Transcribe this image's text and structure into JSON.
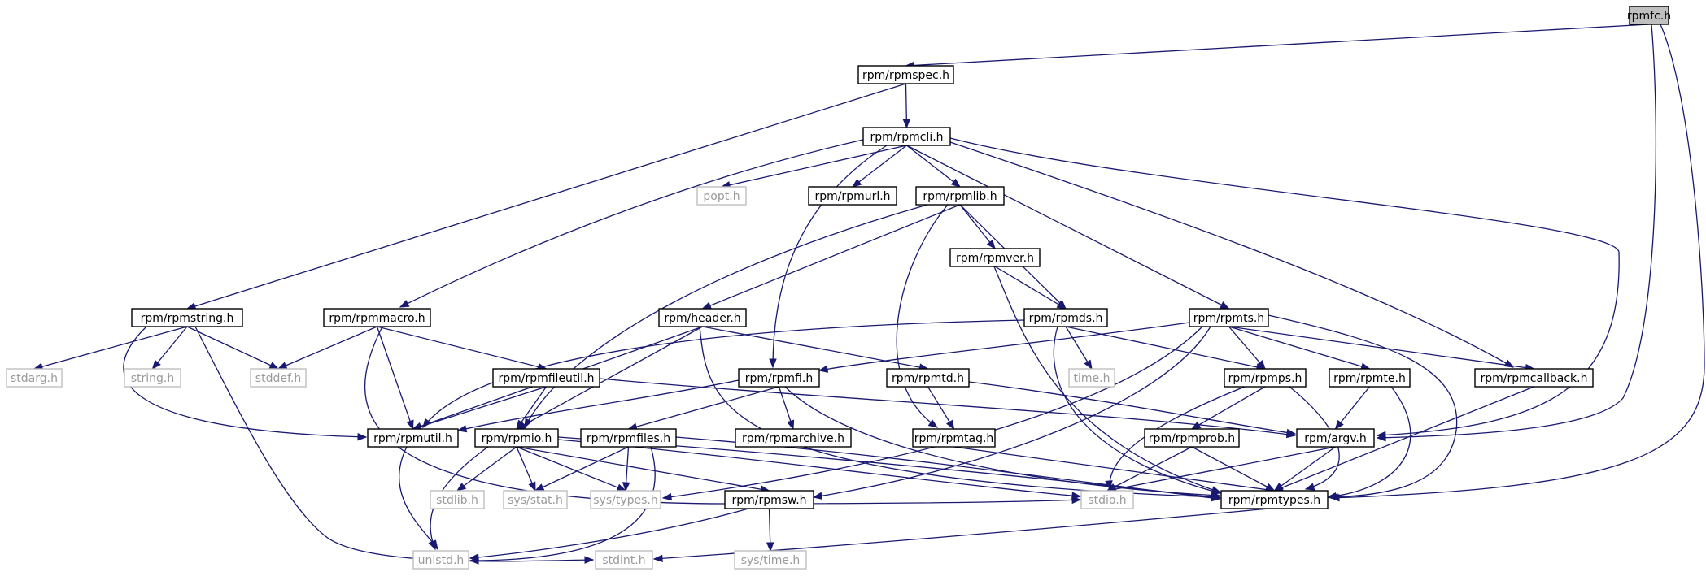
{
  "diagram": {
    "nodes": [
      {
        "id": "rpmfc",
        "label": "rpmfc.h",
        "kind": "root"
      },
      {
        "id": "rpmspec",
        "label": "rpm/rpmspec.h",
        "kind": "local"
      },
      {
        "id": "rpmcli",
        "label": "rpm/rpmcli.h",
        "kind": "local"
      },
      {
        "id": "popt",
        "label": "popt.h",
        "kind": "external"
      },
      {
        "id": "rpmurl",
        "label": "rpm/rpmurl.h",
        "kind": "local"
      },
      {
        "id": "rpmlib",
        "label": "rpm/rpmlib.h",
        "kind": "local"
      },
      {
        "id": "rpmver",
        "label": "rpm/rpmver.h",
        "kind": "local"
      },
      {
        "id": "rpmstring",
        "label": "rpm/rpmstring.h",
        "kind": "local"
      },
      {
        "id": "rpmmacro",
        "label": "rpm/rpmmacro.h",
        "kind": "local"
      },
      {
        "id": "header",
        "label": "rpm/header.h",
        "kind": "local"
      },
      {
        "id": "rpmds",
        "label": "rpm/rpmds.h",
        "kind": "local"
      },
      {
        "id": "rpmts",
        "label": "rpm/rpmts.h",
        "kind": "local"
      },
      {
        "id": "stdarg",
        "label": "stdarg.h",
        "kind": "external"
      },
      {
        "id": "string",
        "label": "string.h",
        "kind": "external"
      },
      {
        "id": "stddef",
        "label": "stddef.h",
        "kind": "external"
      },
      {
        "id": "rpmfileutil",
        "label": "rpm/rpmfileutil.h",
        "kind": "local"
      },
      {
        "id": "rpmfi",
        "label": "rpm/rpmfi.h",
        "kind": "local"
      },
      {
        "id": "rpmtd",
        "label": "rpm/rpmtd.h",
        "kind": "local"
      },
      {
        "id": "time",
        "label": "time.h",
        "kind": "external"
      },
      {
        "id": "rpmps",
        "label": "rpm/rpmps.h",
        "kind": "local"
      },
      {
        "id": "rpmte",
        "label": "rpm/rpmte.h",
        "kind": "local"
      },
      {
        "id": "rpmcallback",
        "label": "rpm/rpmcallback.h",
        "kind": "local"
      },
      {
        "id": "rpmutil",
        "label": "rpm/rpmutil.h",
        "kind": "local"
      },
      {
        "id": "rpmio",
        "label": "rpm/rpmio.h",
        "kind": "local"
      },
      {
        "id": "rpmfiles",
        "label": "rpm/rpmfiles.h",
        "kind": "local"
      },
      {
        "id": "rpmarchive",
        "label": "rpm/rpmarchive.h",
        "kind": "local"
      },
      {
        "id": "rpmtag",
        "label": "rpm/rpmtag.h",
        "kind": "local"
      },
      {
        "id": "rpmprob",
        "label": "rpm/rpmprob.h",
        "kind": "local"
      },
      {
        "id": "argv",
        "label": "rpm/argv.h",
        "kind": "local"
      },
      {
        "id": "stdlib",
        "label": "stdlib.h",
        "kind": "external"
      },
      {
        "id": "sysstat",
        "label": "sys/stat.h",
        "kind": "external"
      },
      {
        "id": "systypes",
        "label": "sys/types.h",
        "kind": "external"
      },
      {
        "id": "rpmsw",
        "label": "rpm/rpmsw.h",
        "kind": "local"
      },
      {
        "id": "stdio",
        "label": "stdio.h",
        "kind": "external"
      },
      {
        "id": "rpmtypes",
        "label": "rpm/rpmtypes.h",
        "kind": "local"
      },
      {
        "id": "unistd",
        "label": "unistd.h",
        "kind": "external"
      },
      {
        "id": "stdint",
        "label": "stdint.h",
        "kind": "external"
      },
      {
        "id": "systime",
        "label": "sys/time.h",
        "kind": "external"
      }
    ],
    "edges": [
      [
        "rpmfc",
        "rpmspec"
      ],
      [
        "rpmfc",
        "argv"
      ],
      [
        "rpmfc",
        "rpmtypes"
      ],
      [
        "rpmspec",
        "rpmcli"
      ],
      [
        "rpmspec",
        "rpmstring"
      ],
      [
        "rpmcli",
        "popt"
      ],
      [
        "rpmcli",
        "rpmurl"
      ],
      [
        "rpmcli",
        "rpmlib"
      ],
      [
        "rpmcli",
        "rpmmacro"
      ],
      [
        "rpmcli",
        "rpmts"
      ],
      [
        "rpmcli",
        "rpmcallback"
      ],
      [
        "rpmcli",
        "rpmfi"
      ],
      [
        "rpmcli",
        "argv"
      ],
      [
        "rpmlib",
        "rpmver"
      ],
      [
        "rpmlib",
        "header"
      ],
      [
        "rpmlib",
        "rpmds"
      ],
      [
        "rpmlib",
        "rpmio"
      ],
      [
        "rpmlib",
        "rpmtag"
      ],
      [
        "rpmver",
        "rpmds"
      ],
      [
        "rpmver",
        "rpmtypes"
      ],
      [
        "rpmstring",
        "stdarg"
      ],
      [
        "rpmstring",
        "string"
      ],
      [
        "rpmstring",
        "stddef"
      ],
      [
        "rpmstring",
        "rpmutil"
      ],
      [
        "rpmstring",
        "stdint"
      ],
      [
        "rpmmacro",
        "stddef"
      ],
      [
        "rpmmacro",
        "rpmutil"
      ],
      [
        "rpmmacro",
        "rpmfileutil"
      ],
      [
        "rpmmacro",
        "stdio"
      ],
      [
        "header",
        "rpmutil"
      ],
      [
        "header",
        "rpmio"
      ],
      [
        "header",
        "rpmtd"
      ],
      [
        "header",
        "rpmtypes"
      ],
      [
        "rpmds",
        "time"
      ],
      [
        "rpmds",
        "rpmps"
      ],
      [
        "rpmds",
        "rpmutil"
      ],
      [
        "rpmds",
        "rpmtypes"
      ],
      [
        "rpmts",
        "rpmfi"
      ],
      [
        "rpmts",
        "rpmps"
      ],
      [
        "rpmts",
        "rpmte"
      ],
      [
        "rpmts",
        "rpmcallback"
      ],
      [
        "rpmts",
        "rpmtypes"
      ],
      [
        "rpmts",
        "rpmsw"
      ],
      [
        "rpmts",
        "systypes"
      ],
      [
        "rpmfileutil",
        "rpmutil"
      ],
      [
        "rpmfileutil",
        "rpmio"
      ],
      [
        "rpmfileutil",
        "argv"
      ],
      [
        "rpmfi",
        "rpmutil"
      ],
      [
        "rpmfi",
        "rpmfiles"
      ],
      [
        "rpmfi",
        "rpmarchive"
      ],
      [
        "rpmfi",
        "rpmtypes"
      ],
      [
        "rpmtd",
        "rpmtag"
      ],
      [
        "rpmtd",
        "argv"
      ],
      [
        "rpmps",
        "rpmprob"
      ],
      [
        "rpmps",
        "stdio"
      ],
      [
        "rpmps",
        "rpmtypes"
      ],
      [
        "rpmte",
        "argv"
      ],
      [
        "rpmte",
        "rpmtypes"
      ],
      [
        "rpmcallback",
        "rpmtypes"
      ],
      [
        "rpmutil",
        "unistd"
      ],
      [
        "rpmio",
        "stdlib"
      ],
      [
        "rpmio",
        "sysstat"
      ],
      [
        "rpmio",
        "systypes"
      ],
      [
        "rpmio",
        "rpmsw"
      ],
      [
        "rpmio",
        "stdio"
      ],
      [
        "rpmio",
        "rpmtypes"
      ],
      [
        "rpmio",
        "unistd"
      ],
      [
        "rpmfiles",
        "sysstat"
      ],
      [
        "rpmfiles",
        "systypes"
      ],
      [
        "rpmfiles",
        "rpmtypes"
      ],
      [
        "rpmfiles",
        "unistd"
      ],
      [
        "rpmtag",
        "rpmtypes"
      ],
      [
        "rpmprob",
        "stdio"
      ],
      [
        "rpmprob",
        "rpmtypes"
      ],
      [
        "argv",
        "stdio"
      ],
      [
        "argv",
        "rpmtypes"
      ],
      [
        "rpmsw",
        "unistd"
      ],
      [
        "rpmsw",
        "systime"
      ],
      [
        "rpmtypes",
        "stdint"
      ]
    ]
  }
}
